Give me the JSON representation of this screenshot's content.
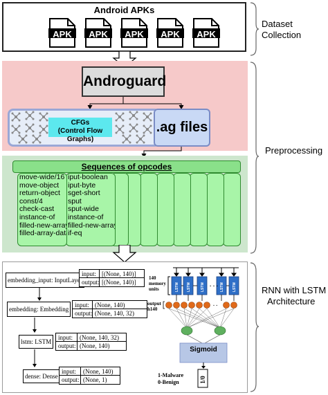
{
  "stages": {
    "dataset_label": [
      "Dataset",
      "Collection"
    ],
    "pre_label": "Preprocessing",
    "rnn_label": [
      "RNN with LSTM",
      "Architecture"
    ]
  },
  "dataset": {
    "title": "Android APKs",
    "apk_label": "APK",
    "apks": [
      "APK",
      "APK",
      "APK",
      "APK",
      "APK"
    ]
  },
  "preprocessing": {
    "androguard": "Androguard",
    "cfg_line1": "CFGs",
    "cfg_line2": "(Control Flow Graphs)",
    "ag_files": ".ag files",
    "colors": {
      "panel": "#f6c9c9",
      "cfg_label": "#5ce8ee",
      "ag_box": "#c9d9f5"
    }
  },
  "opcodes": {
    "title": "Sequences of opcodes",
    "col1": [
      "move-wide/16",
      "move-object",
      "return-object",
      "const/4",
      "check-cast",
      "instance-of",
      "filled-new-array",
      "filled-array-data"
    ],
    "col2": [
      "iput-boolean",
      "iput-byte",
      "sget-short",
      "sput",
      "sput-wide",
      "instance-of",
      "filled-new-array",
      "if-eq"
    ],
    "colors": {
      "panel": "#cde6cd",
      "column": "#a8f5a8"
    }
  },
  "model": {
    "input_label": "input:",
    "output_label": "output:",
    "layers": [
      {
        "name": "embedding_input: InputLayer",
        "input": "[(None, 140)]",
        "output": "[(None, 140)]"
      },
      {
        "name": "embedding: Embedding",
        "input": "(None, 140)",
        "output": "(None, 140, 32)"
      },
      {
        "name": "lstm: LSTM",
        "input": "(None, 140, 32)",
        "output": "(None, 140)"
      },
      {
        "name": "dense: Dense",
        "input": "(None, 140)",
        "output": "(None, 1)"
      }
    ]
  },
  "lstm_diagram": {
    "memory_units": [
      "140",
      "memory",
      "units"
    ],
    "cell_label": "LSTM",
    "ellipsis": "· · ·",
    "output_label": [
      "output",
      "h140"
    ],
    "sigmoid": "Sigmoid",
    "result": "1/0",
    "legend": [
      "1-Malware",
      "0-Benign"
    ],
    "colors": {
      "cell": "#2f6fc7",
      "node": "#e06a1a",
      "sigmoid": "#b7c7e6"
    }
  }
}
